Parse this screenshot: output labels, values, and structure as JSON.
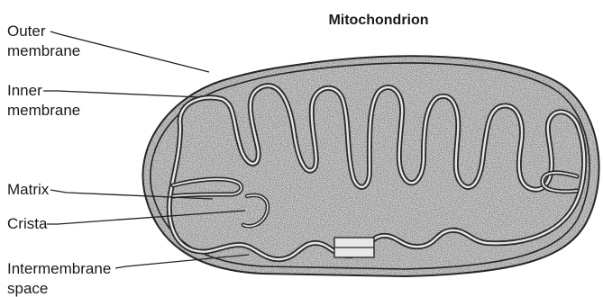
{
  "title": "Mitochondrion",
  "labels": {
    "outer_membrane": [
      "Outer",
      "membrane"
    ],
    "inner_membrane": [
      "Inner",
      "membrane"
    ],
    "matrix": "Matrix",
    "crista": "Crista",
    "intermembrane_space": [
      "Intermembrane",
      "space"
    ]
  },
  "colors": {
    "fill": "#d2d2d2",
    "line": "#2a2a2a",
    "text": "#1a1a1a"
  }
}
